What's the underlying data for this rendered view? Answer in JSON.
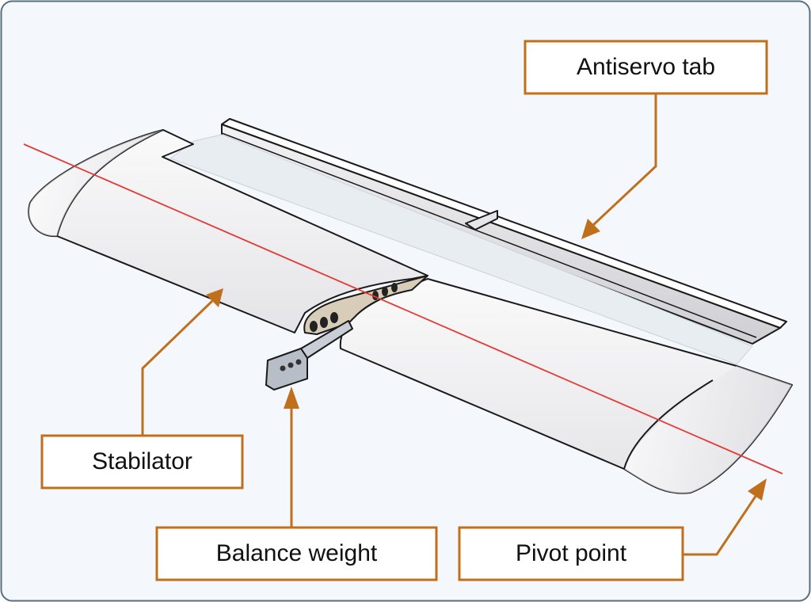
{
  "diagram": {
    "colors": {
      "background": "#f4f7fb",
      "border": "#5a6e7e",
      "callout": "#c0701c",
      "pivot_line": "#e53935"
    },
    "labels": {
      "antiservo_tab": "Antiservo tab",
      "stabilator": "Stabilator",
      "balance_weight": "Balance weight",
      "pivot_point": "Pivot point"
    }
  }
}
